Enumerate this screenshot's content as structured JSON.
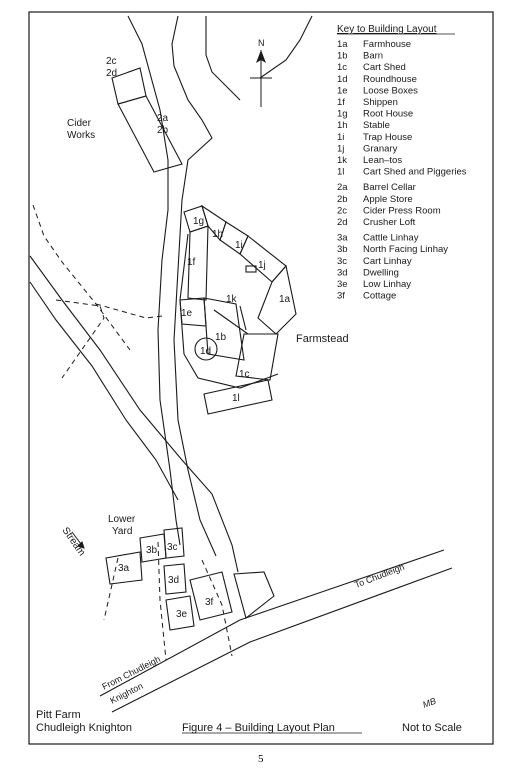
{
  "key": {
    "title": "Key to Building Layout",
    "items": [
      {
        "code": "1a",
        "name": "Farmhouse"
      },
      {
        "code": "1b",
        "name": "Barn"
      },
      {
        "code": "1c",
        "name": "Cart Shed"
      },
      {
        "code": "1d",
        "name": "Roundhouse"
      },
      {
        "code": "1e",
        "name": "Loose Boxes"
      },
      {
        "code": "1f",
        "name": "Shippen"
      },
      {
        "code": "1g",
        "name": "Root House"
      },
      {
        "code": "1h",
        "name": "Stable"
      },
      {
        "code": "1i",
        "name": "Trap House"
      },
      {
        "code": "1j",
        "name": "Granary"
      },
      {
        "code": "1k",
        "name": "Lean–tos"
      },
      {
        "code": "1l",
        "name": "Cart Shed and Piggeries"
      },
      {
        "code": "2a",
        "name": "Barrel Cellar"
      },
      {
        "code": "2b",
        "name": "Apple Store"
      },
      {
        "code": "2c",
        "name": "Cider Press Room"
      },
      {
        "code": "2d",
        "name": "Crusher Loft"
      },
      {
        "code": "3a",
        "name": "Cattle Linhay"
      },
      {
        "code": "3b",
        "name": "North Facing Linhay"
      },
      {
        "code": "3c",
        "name": "Cart Linhay"
      },
      {
        "code": "3d",
        "name": "Dwelling"
      },
      {
        "code": "3e",
        "name": "Low Linhay"
      },
      {
        "code": "3f",
        "name": "Cottage"
      }
    ]
  },
  "north": "N",
  "labels": {
    "cider_works_1": "Cider",
    "cider_works_2": "Works",
    "farmstead": "Farmstead",
    "lower_yard_1": "Lower",
    "lower_yard_2": "Yard",
    "stream": "Stream",
    "to_chudleigh": "To Chudleigh",
    "from_chudleigh_1": "From Chudleigh",
    "from_chudleigh_2": "Knighton"
  },
  "buildings": {
    "b2c": "2c",
    "b2d": "2d",
    "b2a": "2a",
    "b2b": "2b",
    "b1g": "1g",
    "b1h": "1h",
    "b1i": "1i",
    "b1j": "1j",
    "b1f": "1f",
    "b1a": "1a",
    "b1k": "1k",
    "b1e": "1e",
    "b1b": "1b",
    "b1d": "1d",
    "b1c": "1c",
    "b1l": "1l",
    "b3a": "3a",
    "b3b": "3b",
    "b3c": "3c",
    "b3d": "3d",
    "b3e": "3e",
    "b3f": "3f"
  },
  "footer": {
    "place_1": "Pitt Farm",
    "place_2": "Chudleigh Knighton",
    "figure_title": "Figure 4 – Building Layout Plan",
    "scale": "Not to Scale",
    "initials": "MB",
    "page": "5"
  }
}
